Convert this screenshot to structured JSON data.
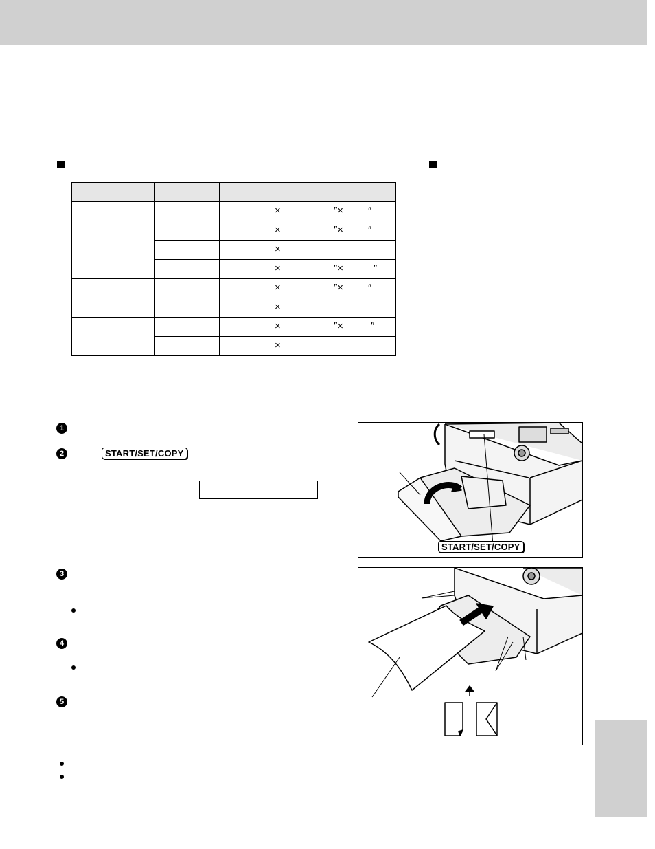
{
  "table": {
    "marks": {
      "times": "×",
      "inch_times": "″×",
      "inch": "″"
    }
  },
  "steps": {
    "step1_num": "1",
    "step2_num": "2",
    "step3_num": "3",
    "step4_num": "4",
    "step5_num": "5",
    "key_label": "START/SET/COPY"
  },
  "figure1": {
    "key_label": "START/SET/COPY"
  },
  "colors": {
    "header_band": "#d0d0d0",
    "side_tab": "#d0d0d0",
    "table_header_row": "#e6e6e6"
  }
}
